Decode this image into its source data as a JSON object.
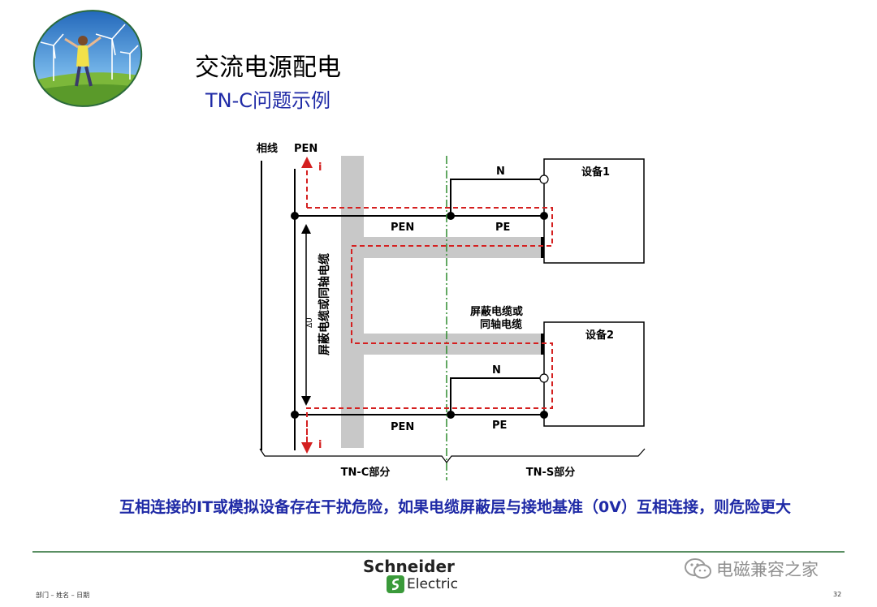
{
  "slide": {
    "title": "交流电源配电",
    "subtitle": "TN-C问题示例",
    "body_text": "互相连接的IT或模拟设备存在干扰危险，如果电缆屏蔽层与接地基准（0V）互相连接，则危险更大",
    "footer_left": "部门 – 姓名 – 日期",
    "page_number": "32"
  },
  "diagram": {
    "label_phase": "相线",
    "label_pen_top": "PEN",
    "current_top": "i",
    "current_bottom": "i",
    "device1": "设备1",
    "device2": "设备2",
    "n_top": "N",
    "n_bottom": "N",
    "pen_mid_top": "PEN",
    "pe_top": "PE",
    "pen_mid_bottom": "PEN",
    "pe_bottom": "PE",
    "shield_vertical": "屏蔽电缆或同轴电缆",
    "shield_label_line1": "屏蔽电缆或",
    "shield_label_line2": "同轴电缆",
    "delta_u": "ΔU",
    "tnc_section": "TN-C部分",
    "tns_section": "TN-S部分",
    "colors": {
      "current_path": "#d42020",
      "boundary_line": "#2e8b2e",
      "shield_fill": "#c8c8c8",
      "body_text": "#1f2aa6"
    }
  },
  "brand": {
    "name": "Schneider",
    "sub": "Electric",
    "icon": "schneider-logo-icon"
  },
  "watermark": {
    "text": "电磁兼容之家",
    "icon": "wechat-icon"
  },
  "logo": {
    "icon": "wind-turbine-photo-logo"
  }
}
